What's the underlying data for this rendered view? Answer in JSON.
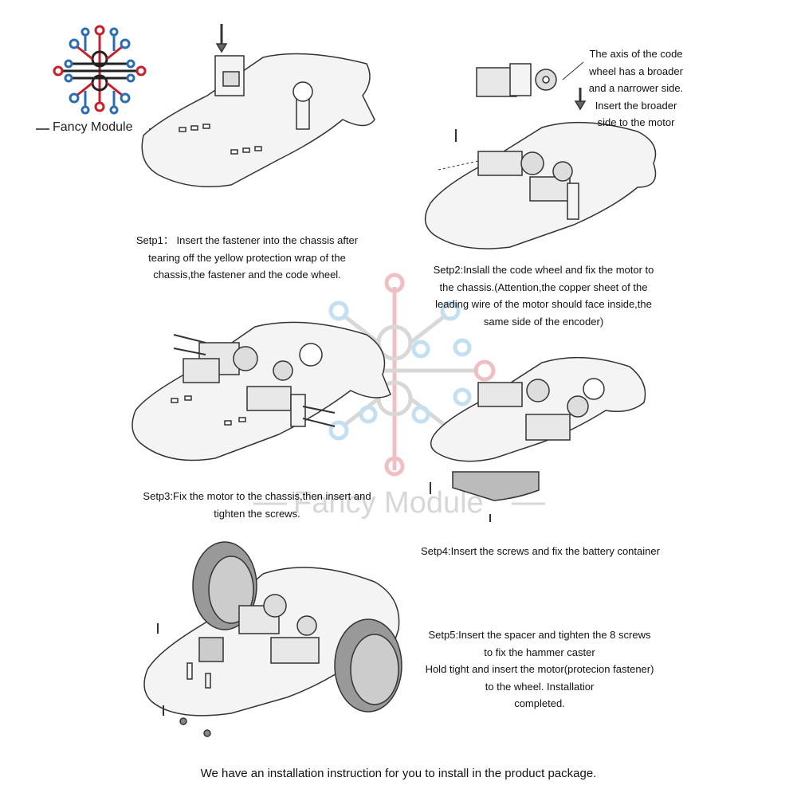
{
  "brand": {
    "name": "Fancy Module",
    "colors": {
      "red": "#c8202a",
      "blue": "#2a6db5",
      "dark": "#222222"
    }
  },
  "watermark": {
    "text": "Fancy Module"
  },
  "steps": [
    {
      "id": "step1",
      "lines": [
        "Setp1： Insert the fastener into the chassis after",
        "tearing off the yellow protection wrap of the",
        "chassis,the fastener and the code wheel."
      ]
    },
    {
      "id": "callout",
      "lines": [
        "The axis of the code",
        "wheel has a broader",
        "and a narrower side.",
        "Insert the broader",
        "side to the motor"
      ]
    },
    {
      "id": "step2",
      "lines": [
        "Setp2:Inslall the code wheel and fix the motor to",
        "the chassis.(Attention,the copper sheet of the",
        "leading wire of the motor should face inside,the",
        "same side of the encoder)"
      ]
    },
    {
      "id": "step3",
      "lines": [
        "Setp3:Fix the motor to the chassis,then insert and",
        "tighten the screws."
      ]
    },
    {
      "id": "step4",
      "lines": [
        "Setp4:Insert the screws and fix the battery container"
      ]
    },
    {
      "id": "step5",
      "lines": [
        "Setp5:Insert the spacer and tighten the 8 screws",
        "to fix the hammer caster",
        "Hold tight and insert the motor(protecion fastener)",
        "to the wheel. Installatior",
        "completed."
      ]
    }
  ],
  "footer": "We have an installation instruction for you to install in the product package."
}
